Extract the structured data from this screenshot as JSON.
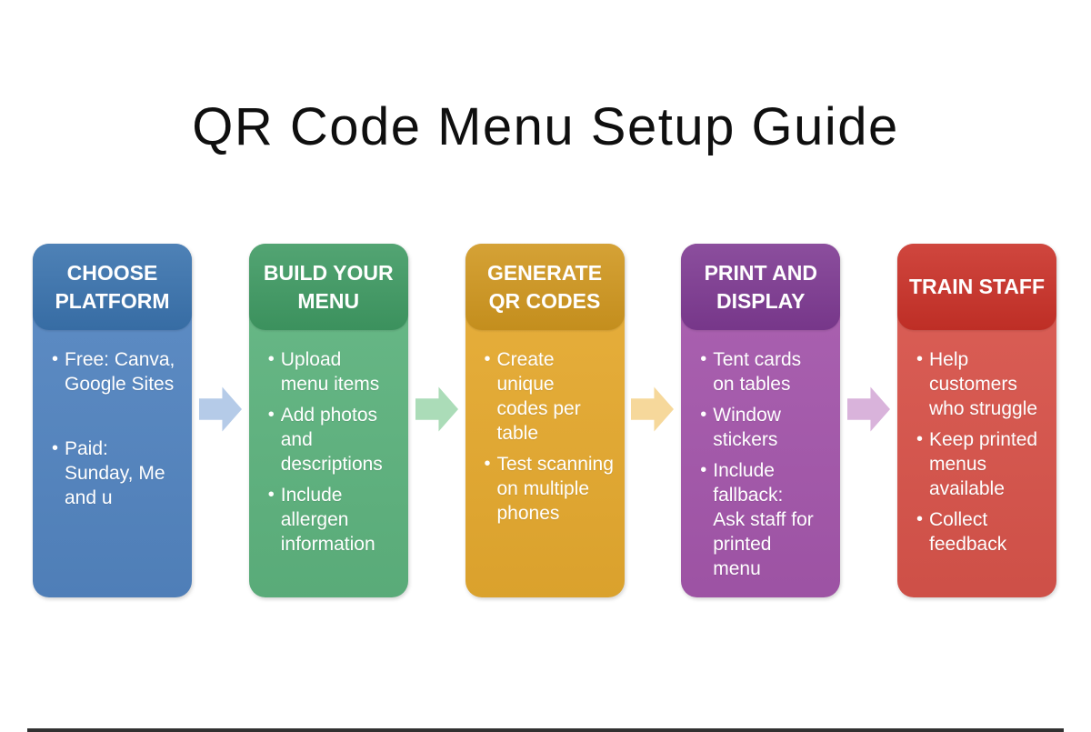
{
  "title": "QR Code Menu Setup Guide",
  "bullet_glyph": "•",
  "steps": [
    {
      "header": "CHOOSE\nPLATFORM",
      "header_color": "#3a73ae",
      "body_color": "#5385c1",
      "arrow_color": "#b5cbe8",
      "bullets": [
        "Free: Canva,\nGoogle Sites",
        "Paid:\nSunday, Me\nand u"
      ]
    },
    {
      "header": "BUILD YOUR\nMENU",
      "header_color": "#3f9a63",
      "body_color": "#5eb47f",
      "arrow_color": "#abdcb8",
      "bullets": [
        "Upload\nmenu items",
        "Add photos\nand\ndescriptions",
        "Include\nallergen\ninformation"
      ]
    },
    {
      "header": "GENERATE\nQR CODES",
      "header_color": "#d0971f",
      "body_color": "#e6aa2f",
      "arrow_color": "#f6d89b",
      "bullets": [
        "Create\nunique\ncodes per\ntable",
        "Test scanning\non multiple\nphones"
      ]
    },
    {
      "header": "PRINT AND\nDISPLAY",
      "header_color": "#7e3a92",
      "body_color": "#a557ac",
      "arrow_color": "#d9b3db",
      "bullets": [
        "Tent cards\non tables",
        "Window\nstickers",
        "Include\nfallback:\nAsk staff for\nprinted\nmenu"
      ]
    },
    {
      "header": "TRAIN STAFF",
      "header_color": "#ca3128",
      "body_color": "#d9544b",
      "arrow_color": "#d9b3db",
      "bullets": [
        "Help\ncustomers\nwho struggle",
        "Keep printed\nmenus\navailable",
        "Collect\nfeedback"
      ]
    }
  ]
}
